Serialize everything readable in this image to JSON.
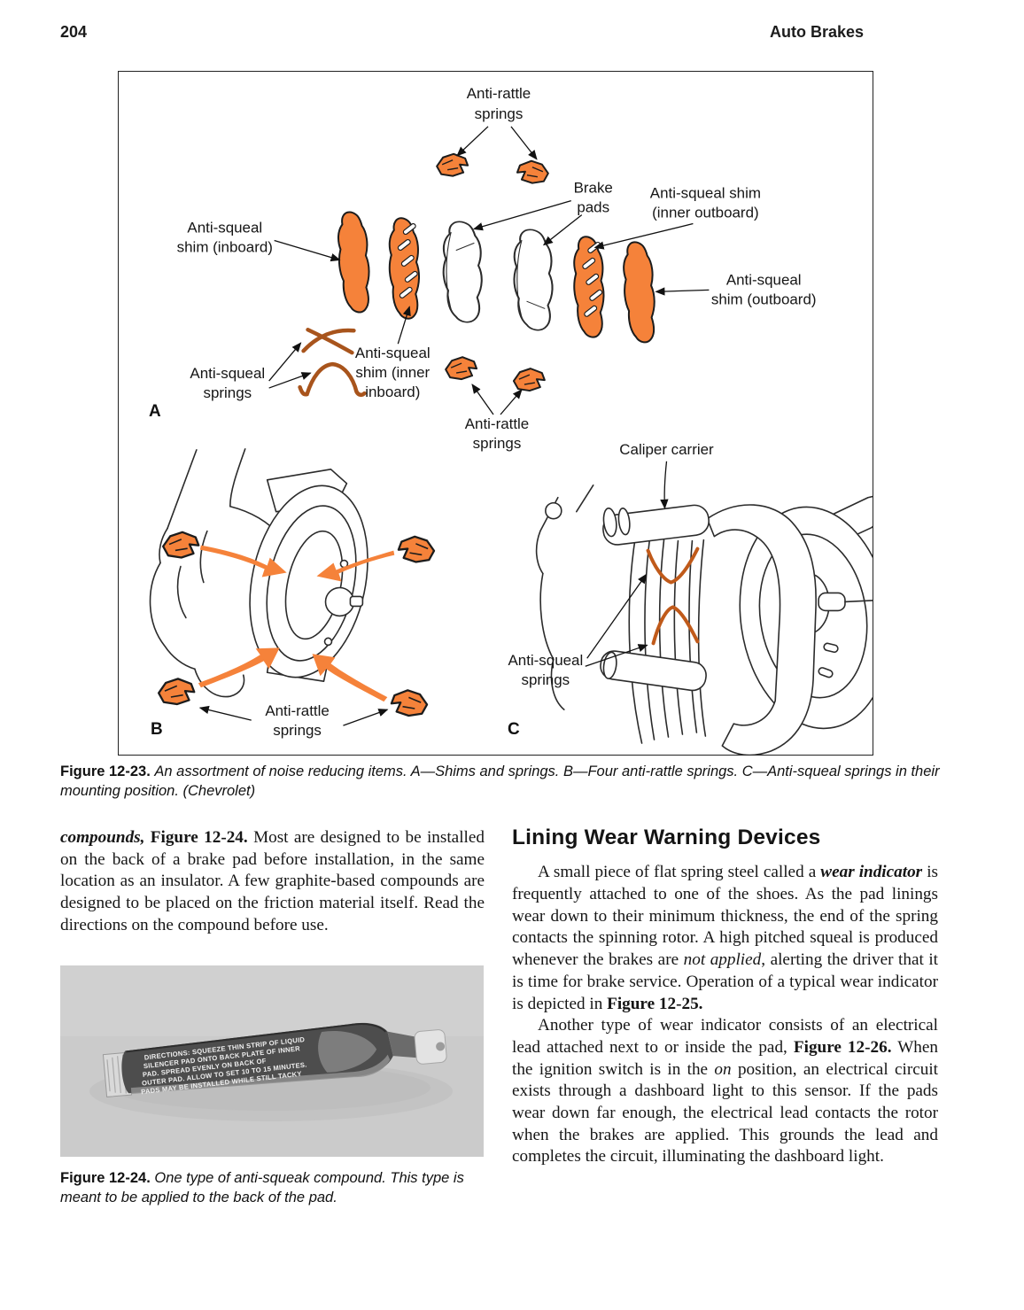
{
  "header": {
    "page_number": "204",
    "book_title": "Auto Brakes"
  },
  "figure_12_23": {
    "labels": {
      "anti_rattle_top": [
        "Anti-rattle",
        "springs"
      ],
      "brake_pads": [
        "Brake",
        "pads"
      ],
      "shim_inner_outboard": [
        "Anti-squeal shim",
        "(inner outboard)"
      ],
      "shim_inboard": [
        "Anti-squeal",
        "shim (inboard)"
      ],
      "shim_outboard": [
        "Anti-squeal",
        "shim (outboard)"
      ],
      "squeal_springs_a": [
        "Anti-squeal",
        "springs"
      ],
      "shim_inner_inboard": [
        "Anti-squeal",
        "shim (inner",
        "inboard)"
      ],
      "anti_rattle_mid": [
        "Anti-rattle",
        "springs"
      ],
      "caliper_carrier": "Caliper carrier",
      "squeal_springs_c": [
        "Anti-squeal",
        "springs"
      ],
      "anti_rattle_b": [
        "Anti-rattle",
        "springs"
      ],
      "section_a": "A",
      "section_b": "B",
      "section_c": "C"
    },
    "caption": [
      {
        "text": "Figure 12-23. ",
        "style": "bold"
      },
      {
        "text": "An assortment of noise reducing items. A—Shims and springs. B—Four anti-rattle springs. C—Anti-squeal springs in their mounting position. (Chevrolet)",
        "style": "italic"
      }
    ]
  },
  "left_column": {
    "paragraph": [
      {
        "text": "compounds, ",
        "style": "bolditalic"
      },
      {
        "text": "Figure 12-24. ",
        "style": "bold"
      },
      {
        "text": "Most are designed to be installed on the back of a brake pad before installation, in the same location as an insulator. A few graphite-based compounds are designed to be placed on the friction material itself. Read the directions on the compound before use.",
        "style": "normal"
      }
    ]
  },
  "figure_12_24": {
    "tube_lines": [
      "DIRECTIONS: SQUEEZE THIN STRIP OF LIQUID",
      "SILENCER PAD ONTO BACK PLATE OF INNER",
      "PAD. SPREAD EVENLY ON BACK OF",
      "OUTER PAD. ALLOW TO SET 10 TO 15 MINUTES.",
      "PADS MAY BE INSTALLED WHILE STILL TACKY"
    ],
    "caption": [
      {
        "text": "Figure 12-24. ",
        "style": "bold"
      },
      {
        "text": "One type of anti-squeak compound. This type is meant to be applied to the back of the pad.",
        "style": "italic"
      }
    ]
  },
  "right_column": {
    "heading": "Lining Wear Warning Devices",
    "paragraph_1": [
      {
        "text": "A small piece of flat spring steel called a ",
        "style": "normal"
      },
      {
        "text": "wear indicator",
        "style": "bolditalic"
      },
      {
        "text": " is frequently attached to one of the shoes. As the pad linings wear down to their minimum thickness, the end of the spring contacts the spinning rotor. A high pitched squeal is produced whenever the brakes are ",
        "style": "normal"
      },
      {
        "text": "not applied",
        "style": "italic"
      },
      {
        "text": ", alerting the driver that it is time for brake service. Operation of a typical wear indicator is depicted in ",
        "style": "normal"
      },
      {
        "text": "Figure 12-25.",
        "style": "bold"
      }
    ],
    "paragraph_2": [
      {
        "text": "Another type of wear indicator consists of an electrical lead attached next to or inside the pad, ",
        "style": "normal"
      },
      {
        "text": "Figure 12-26.",
        "style": "bold"
      },
      {
        "text": " When the ignition switch is in the ",
        "style": "normal"
      },
      {
        "text": "on",
        "style": "italic"
      },
      {
        "text": " position, an electrical circuit exists through a dashboard light to this sensor. If the pads wear down far enough, the electrical lead contacts the rotor when the brakes are applied. This grounds the lead and completes the circuit, illuminating the dashboard light.",
        "style": "normal"
      }
    ]
  },
  "colors": {
    "diagram_orange": "#F5823A",
    "spring_wire": "#A8541C",
    "line_art": "#2b2b2b",
    "photo_background": "#cbcbcb",
    "tube_body": "#4d4d4d"
  }
}
